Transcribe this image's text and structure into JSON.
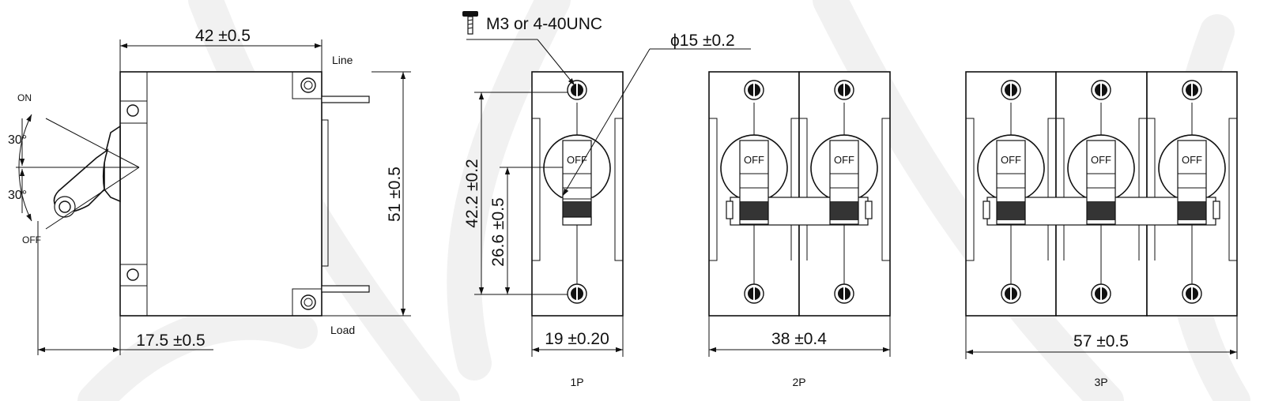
{
  "labels": {
    "screw": "M3 or 4-40UNC",
    "diameter": "ϕ15 ±0.2",
    "line": "Line",
    "load": "Load",
    "on": "ON",
    "off_marker": "OFF",
    "angle_top": "30°",
    "angle_bottom": "30°",
    "handle_text": "OFF"
  },
  "dimensions": {
    "side_width": "42 ±0.5",
    "side_height": "51 ±0.5",
    "handle_depth": "17.5 ±0.5",
    "screw_pitch": "42.2 ±0.2",
    "handle_height": "26.6 ±0.5",
    "width_1p": "19 ±0.20",
    "width_2p": "38 ±0.4",
    "width_3p": "57 ±0.5"
  },
  "views": {
    "v1p": "1P",
    "v2p": "2P",
    "v3p": "3P"
  },
  "colors": {
    "line": "#111111",
    "watermark": "#f1f1f1",
    "background": "#ffffff"
  }
}
